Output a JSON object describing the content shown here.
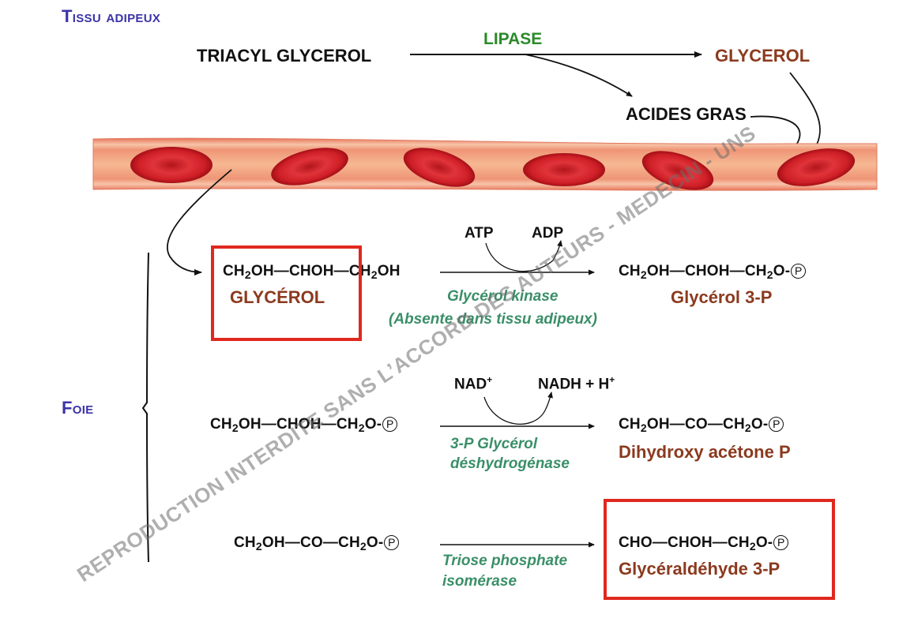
{
  "regions": {
    "adipose": "Tissu adipeux",
    "liver": "Foie"
  },
  "lipolysis": {
    "substrate": "TRIACYL GLYCEROL",
    "enzyme": "LIPASE",
    "product_glycerol": "GLYCEROL",
    "product_fatty_acids": "ACIDES GRAS"
  },
  "reactions": [
    {
      "substrate_parts": [
        "CH",
        "2",
        "OH—CHOH—CH",
        "2",
        "OH"
      ],
      "substrate_name": "GLYCÉROL",
      "cofactor_in": "ATP",
      "cofactor_out": "ADP",
      "enzyme_line1": "Glycérol kinase",
      "enzyme_line2": "(Absente dans tissu adipeux)",
      "product_parts": [
        "CH",
        "2",
        "OH—CHOH—CH",
        "2",
        "O-"
      ],
      "product_name": "Glycérol 3-P"
    },
    {
      "substrate_parts": [
        "CH",
        "2",
        "OH—CHOH—CH",
        "2",
        "O-"
      ],
      "cofactor_in": "NAD",
      "cofactor_in_sup": "+",
      "cofactor_out": "NADH + H",
      "cofactor_out_sup": "+",
      "enzyme_line1": "3-P Glycérol",
      "enzyme_line2": "déshydrogénase",
      "product_parts": [
        "CH",
        "2",
        "OH—CO—CH",
        "2",
        "O-"
      ],
      "product_name": "Dihydroxy acétone P"
    },
    {
      "substrate_parts": [
        "CH",
        "2",
        "OH—CO—CH",
        "2",
        "O-"
      ],
      "enzyme_line1": "Triose phosphate",
      "enzyme_line2": "isomérase",
      "product_parts": [
        "CHO—CHOH—CH",
        "",
        "",
        "2",
        "O-"
      ],
      "product_name": "Glycéraldéhyde 3-P"
    }
  ],
  "phosphate_symbol": "P",
  "watermark": "REPRODUCTION INTERDITE SANS L’ACCORD DES AUTEURS - MEDECIN - UNS",
  "colors": {
    "region_label": "#3b33a8",
    "enzyme_top": "#2a8a2a",
    "product_name": "#8b3a1e",
    "enzyme": "#3a8f68",
    "highlight_box": "#e0281e",
    "vessel": "#f0a07e",
    "red_cell": "#d2232a"
  }
}
